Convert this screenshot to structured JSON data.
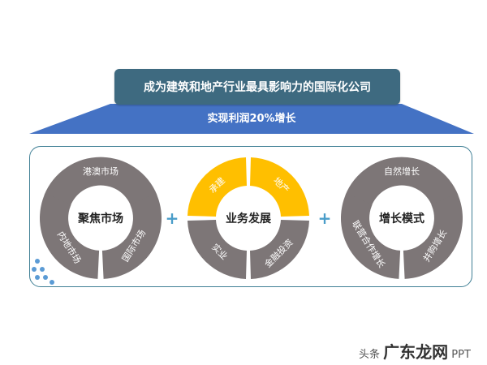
{
  "header": {
    "title": "成为建筑和地产行业最具影响力的国际化公司",
    "goal": "实现利润20%增长"
  },
  "rings": [
    {
      "center_label": "聚焦市场",
      "segments": [
        "港澳市场",
        "内地市场",
        "国际市场"
      ]
    },
    {
      "center_label": "业务发展",
      "segments": [
        "承建",
        "地产",
        "金融投资",
        "实业"
      ]
    },
    {
      "center_label": "增长模式",
      "segments": [
        "自然增长",
        "并购增长",
        "联营合作增长"
      ]
    }
  ],
  "connectors": [
    "+",
    "+"
  ],
  "colors": {
    "ring_gray": "#7d7677",
    "ring_yellow": "#ffbf00",
    "title_bg": "#3e6a80",
    "trapezoid": "#4472c4",
    "panel_border": "#3f7f95",
    "plus": "#4a9dc9"
  },
  "watermark": {
    "prefix": "头条",
    "brand": "广东龙网",
    "suffix": "PPT"
  }
}
